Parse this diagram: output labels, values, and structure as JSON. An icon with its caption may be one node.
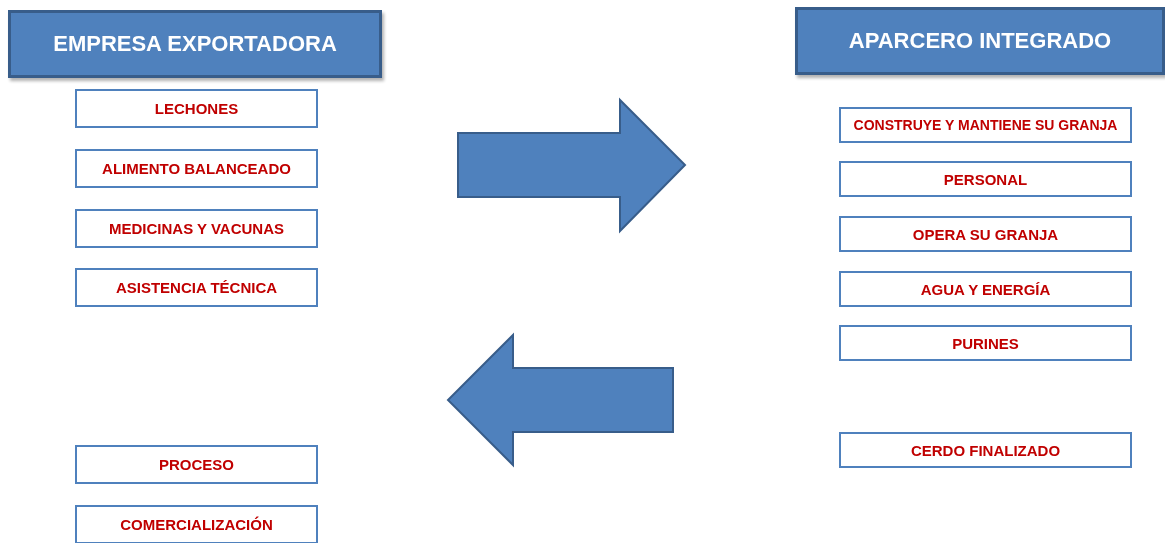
{
  "diagram": {
    "nodes": [
      {
        "text": [
          "EMPRESA EXPORTADORA"
        ]
      },
      {
        "text": [
          "LECHONES"
        ]
      },
      {
        "text": [
          "ALIMENTO BALANCEADO"
        ]
      },
      {
        "text": [
          "MEDICINAS Y VACUNAS"
        ]
      },
      {
        "text": [
          "ASISTENCIA TÉCNICA"
        ]
      },
      {
        "text": [
          "PROCESO"
        ]
      },
      {
        "text": [
          "COMERCIALIZACIÓN"
        ]
      },
      {
        "text": [
          "APARCERO INTEGRADO"
        ]
      },
      {
        "text": [
          "CONSTRUYE Y MANTIENE SU GRANJA"
        ]
      },
      {
        "text": [
          "PERSONAL"
        ]
      },
      {
        "text": [
          "OPERA SU GRANJA"
        ]
      },
      {
        "text": [
          "AGUA Y ENERGÍA"
        ]
      },
      {
        "text": [
          "PURINES"
        ]
      },
      {
        "text": [
          "CERDO FINALIZADO"
        ]
      }
    ]
  }
}
